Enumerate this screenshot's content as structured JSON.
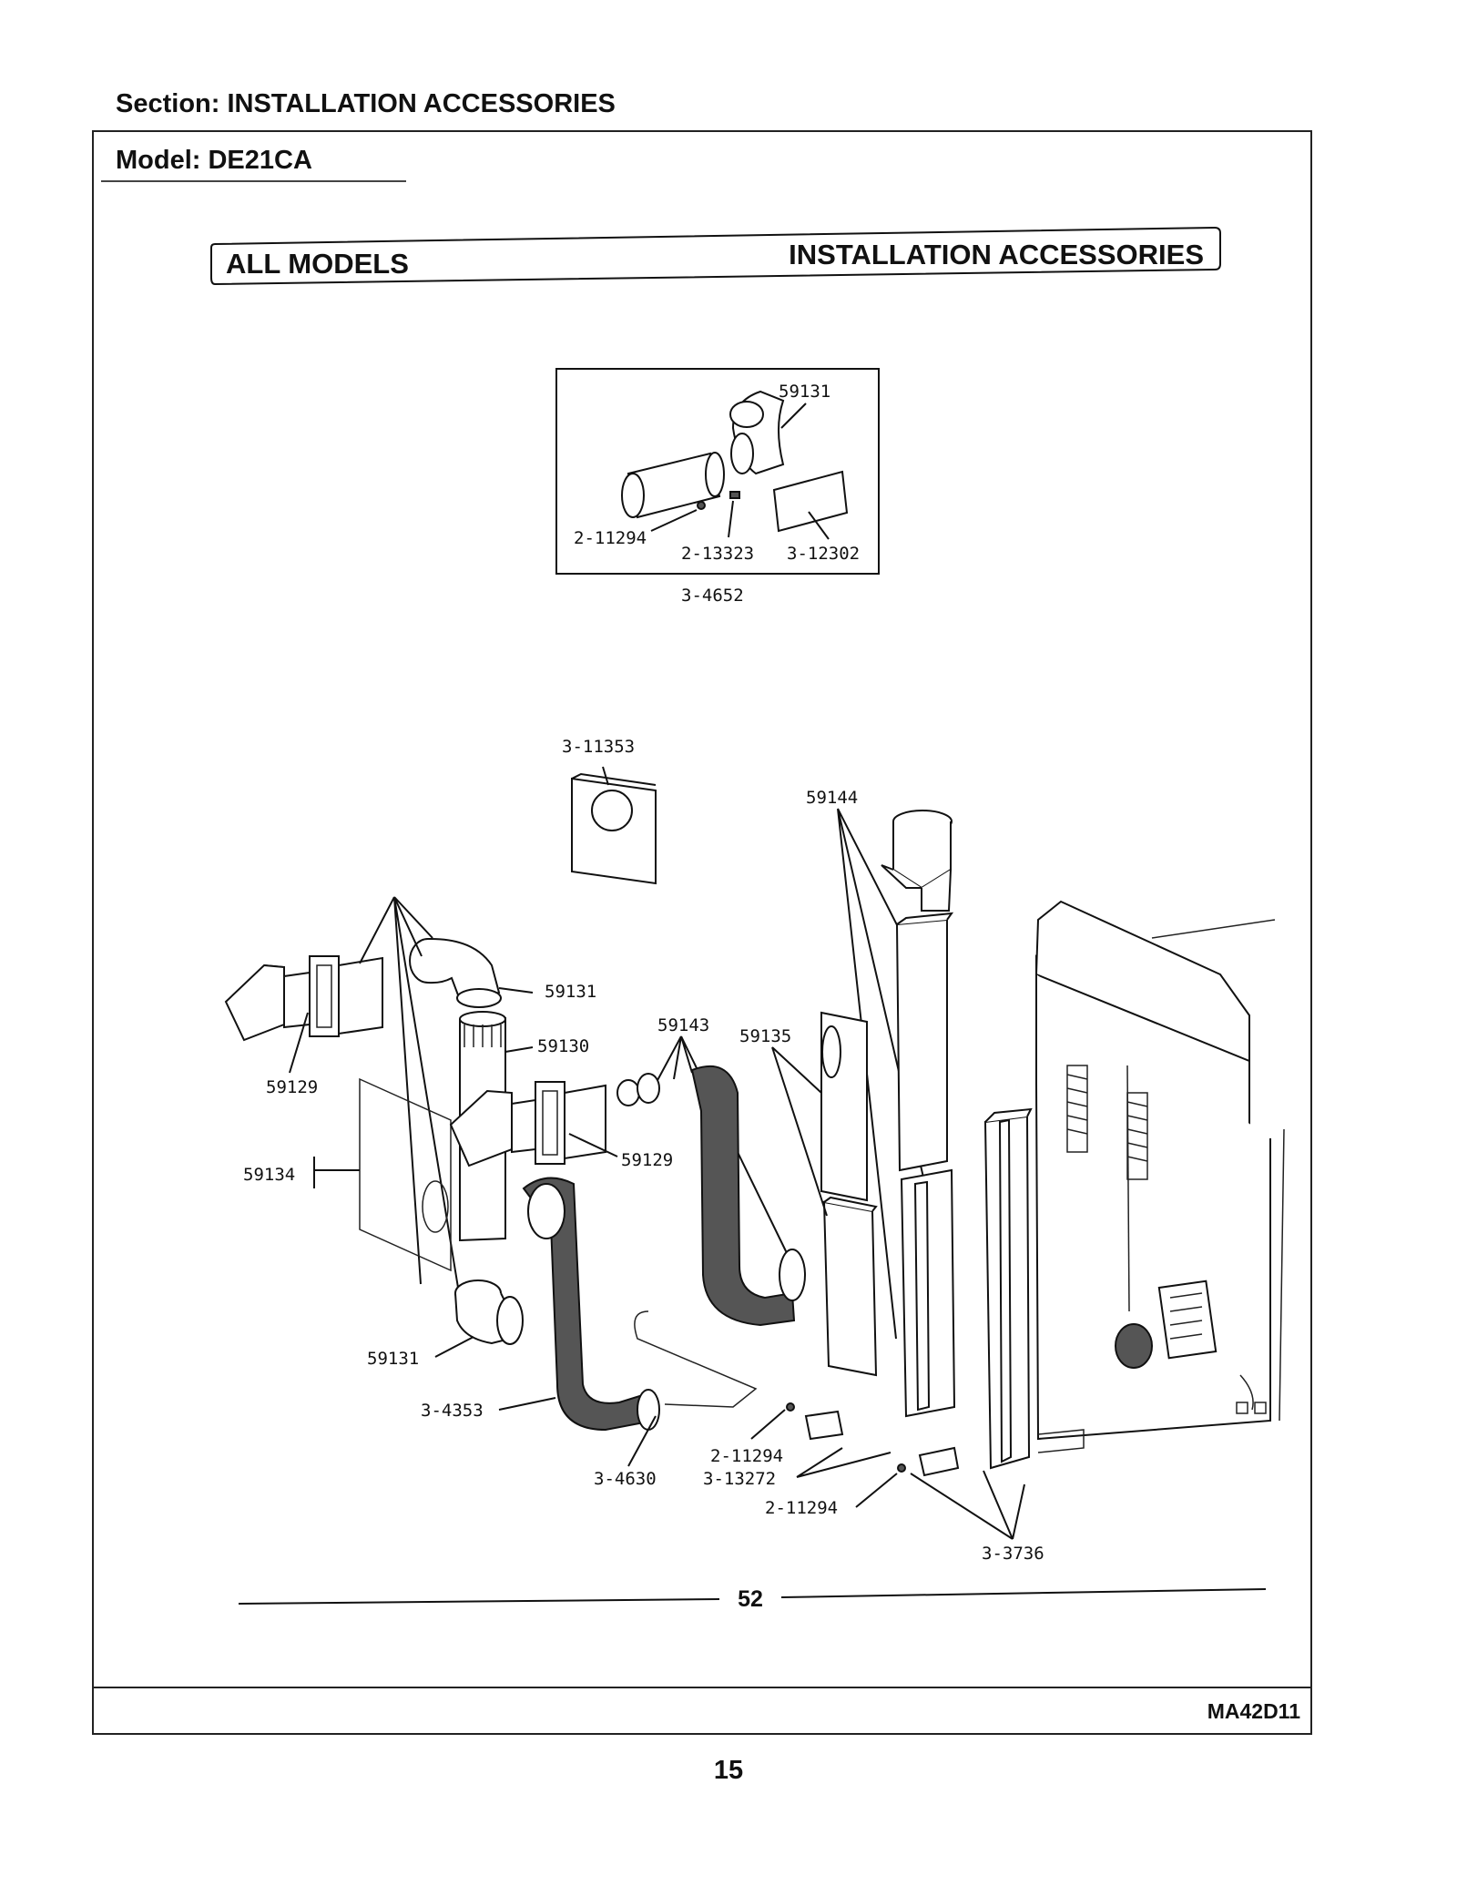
{
  "header": {
    "section": "Section:  INSTALLATION ACCESSORIES",
    "model": "Model:  DE21CA"
  },
  "diagram": {
    "banner_left": "ALL MODELS",
    "banner_right": "INSTALLATION ACCESSORIES",
    "kit": {
      "label_59131": "59131",
      "label_2_11294": "2-11294",
      "label_2_13323": "2-13323",
      "label_3_12302": "3-12302",
      "kit_number": "3-4652"
    },
    "labels": {
      "p3_11353": "3-11353",
      "p59144": "59144",
      "p59131_top": "59131",
      "p59143": "59143",
      "p59135": "59135",
      "p59130": "59130",
      "p59129_left": "59129",
      "p59129_mid": "59129",
      "p59134": "59134",
      "p59131_bottom": "59131",
      "p3_4353": "3-4353",
      "p3_4630": "3-4630",
      "p2_11294_a": "2-11294",
      "p3_13272": "3-13272",
      "p2_11294_b": "2-11294",
      "p3_3736": "3-3736"
    },
    "diagram_page": "52"
  },
  "footer": {
    "doc_code": "MA42D11",
    "page_number": "15"
  },
  "icons": [
    "vent-hood-icon",
    "elbow-icon",
    "flex-duct-icon",
    "dryer-cabinet-icon"
  ]
}
